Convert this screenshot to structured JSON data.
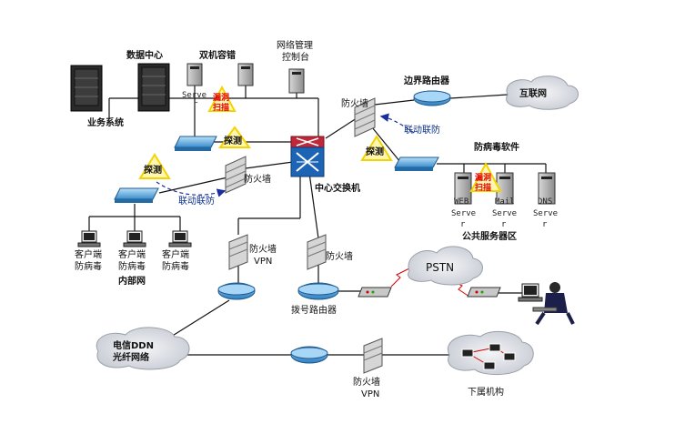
{
  "labels": {
    "datacenter": "数据中心",
    "dual_server": "双机容错",
    "nms_line1": "网络管理",
    "nms_line2": "控制台",
    "serve_a": "Serve",
    "serve_b": "r",
    "business_system": "业务系统",
    "border_router": "边界路由器",
    "internet": "互联网",
    "firewall": "防火墙",
    "linkage": "联动联防",
    "detect": "探测",
    "vuln_line1": "漏洞",
    "vuln_line2": "扫描",
    "antivirus_software": "防病毒软件",
    "core_switch": "中心交换机",
    "web_server_a": "WEB",
    "web_server_b": "Serve",
    "web_server_c": "r",
    "mail_server_a": "Mail",
    "mail_server_b": "Serve",
    "mail_server_c": "r",
    "dns_server_a": "DNS",
    "dns_server_b": "Serve",
    "dns_server_c": "r",
    "public_service_area": "公共服务器区",
    "client": "客户端",
    "antivirus": "防病毒",
    "intranet": "内部网",
    "vpn": "VPN",
    "dialup_router": "拨号路由器",
    "pstn": "PSTN",
    "ddn_line1": "电信DDN",
    "ddn_line2": "光纤网络",
    "subordinate": "下属机构"
  },
  "colors": {
    "router": "#2f7fc0",
    "switch": "#2f7fc0",
    "core_switch": "#1e64b4",
    "core_switch_top": "#c0283a",
    "firewall": "#8c8c8c",
    "server": "#3a3a3a",
    "detect_triangle": "#f4d400",
    "vuln_text": "#e00000",
    "arrow": "#1a2ea0",
    "cloud": "#dde0e6"
  }
}
